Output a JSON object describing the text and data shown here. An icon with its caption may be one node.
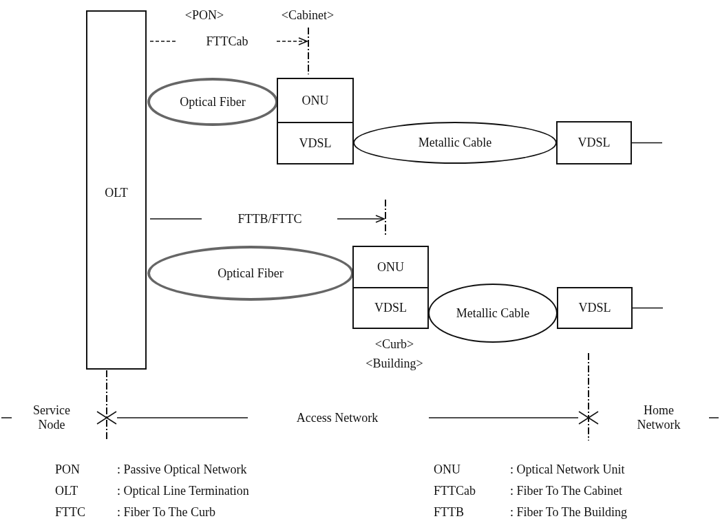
{
  "diagram": {
    "nodes": [
      {
        "text": [
          "OLT"
        ]
      },
      {
        "text": [
          "Optical Fiber"
        ]
      },
      {
        "text": [
          "ONU"
        ]
      },
      {
        "text": [
          "VDSL"
        ]
      },
      {
        "text": [
          "Metallic Cable"
        ]
      },
      {
        "text": [
          "VDSL"
        ]
      },
      {
        "text": [
          "Optical Fiber"
        ]
      },
      {
        "text": [
          "ONU"
        ]
      },
      {
        "text": [
          "VDSL"
        ]
      },
      {
        "text": [
          "Metallic Cable"
        ]
      },
      {
        "text": [
          "VDSL"
        ]
      }
    ],
    "edges": [
      {
        "from": 5,
        "to": null,
        "arrow": "none"
      },
      {
        "from": 10,
        "to": null,
        "arrow": "none"
      }
    ],
    "labels": [
      "<PON>",
      "<Cabinet>",
      "FTTCab",
      "FTTB/FTTC",
      "<Curb>",
      "<Building>",
      "Service Node",
      "Access Network",
      "Home Network",
      "PON",
      ": Passive Optical Network",
      "ONU",
      ": Optical Network Unit",
      "OLT",
      ": Optical Line Termination",
      "FTTCab",
      ": Fiber To The Cabinet",
      "FTTC",
      ": Fiber To The Curb",
      "FTTB",
      ": Fiber To The Building"
    ]
  }
}
